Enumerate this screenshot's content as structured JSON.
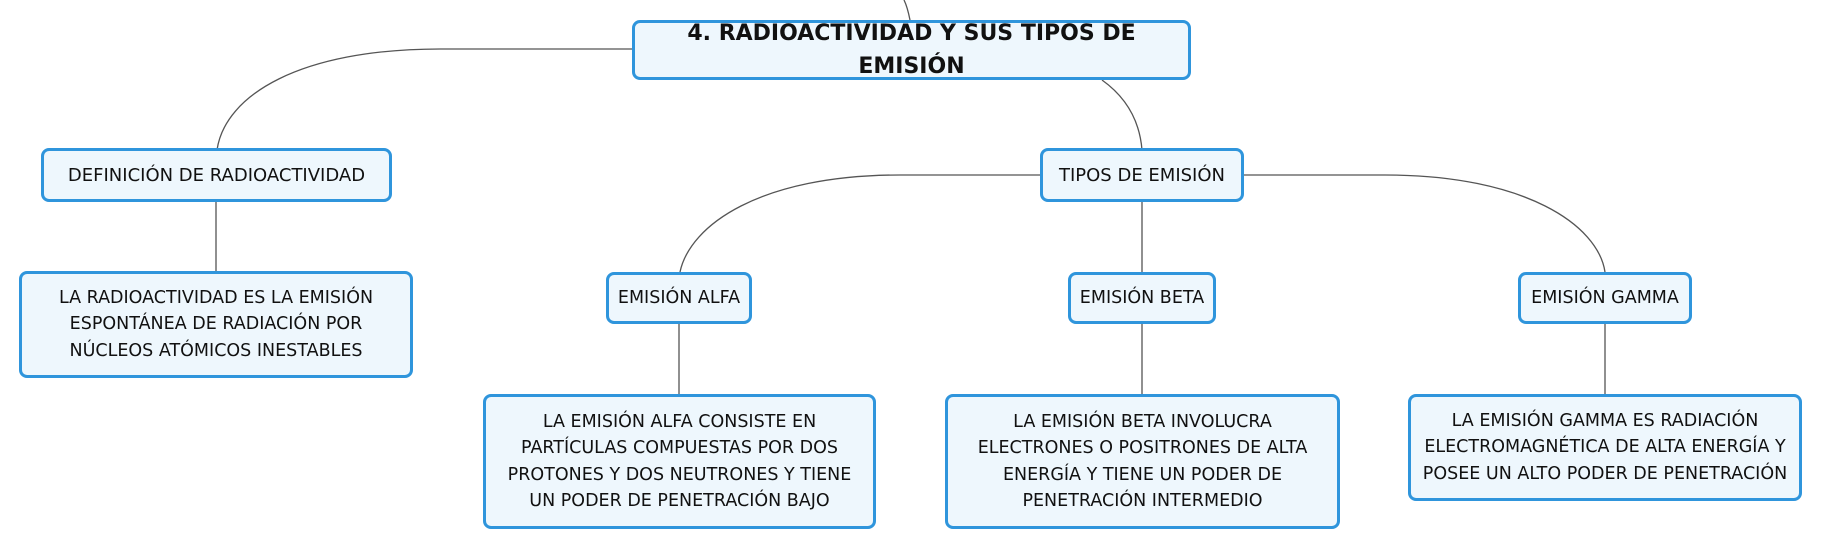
{
  "diagram": {
    "root": {
      "label": "4. RADIOACTIVIDAD Y SUS TIPOS DE EMISIÓN"
    },
    "definition": {
      "label": "DEFINICIÓN DE RADIOACTIVIDAD",
      "detail": "LA RADIOACTIVIDAD ES LA EMISIÓN ESPONTÁNEA DE RADIACIÓN POR NÚCLEOS ATÓMICOS INESTABLES"
    },
    "types": {
      "label": "TIPOS DE EMISIÓN",
      "alpha": {
        "label": "EMISIÓN ALFA",
        "detail": "LA EMISIÓN ALFA CONSISTE EN PARTÍCULAS COMPUESTAS POR DOS PROTONES Y DOS NEUTRONES Y TIENE UN PODER DE PENETRACIÓN BAJO"
      },
      "beta": {
        "label": "EMISIÓN BETA",
        "detail": "LA EMISIÓN BETA INVOLUCRA ELECTRONES O POSITRONES DE ALTA ENERGÍA Y TIENE UN PODER DE PENETRACIÓN INTERMEDIO"
      },
      "gamma": {
        "label": "EMISIÓN GAMMA",
        "detail": "LA EMISIÓN GAMMA ES RADIACIÓN ELECTROMAGNÉTICA DE ALTA ENERGÍA Y POSEE UN ALTO PODER DE PENETRACIÓN"
      }
    }
  },
  "colors": {
    "node_border": "#2f95dc",
    "node_fill": "#eef7fd",
    "connector": "#555555"
  }
}
